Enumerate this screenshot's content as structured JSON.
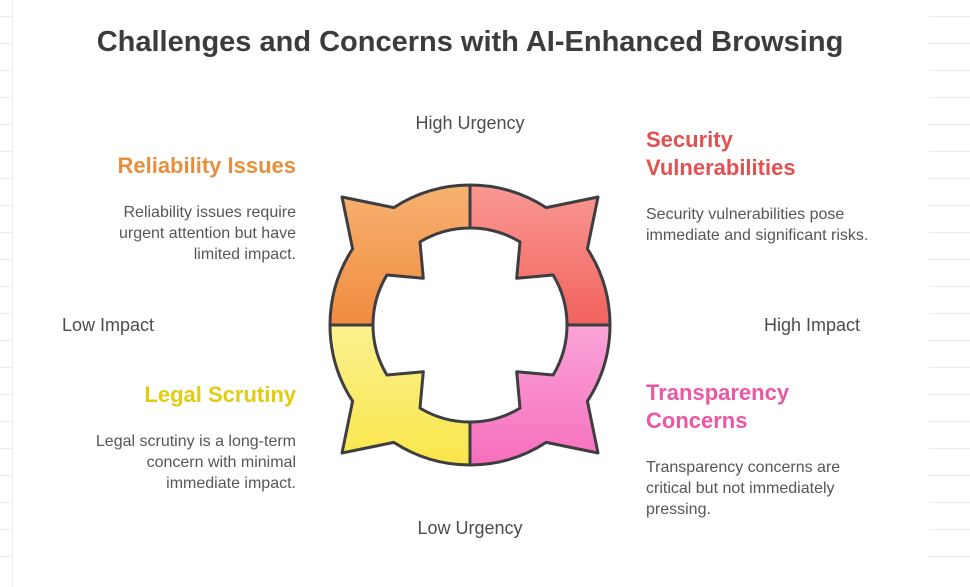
{
  "title": "Challenges and Concerns with AI-Enhanced Browsing",
  "axis_labels": {
    "top": "High Urgency",
    "bottom": "Low Urgency",
    "left": "Low Impact",
    "right": "High Impact"
  },
  "sections": [
    {
      "id": "reliability",
      "heading": "Reliability Issues",
      "body": "Reliability issues require urgent attention but have limited impact.",
      "heading_color": "#e88f3d"
    },
    {
      "id": "security",
      "heading": "Security Vulnerabilities",
      "body": "Security vulnerabilities pose immediate and significant risks.",
      "heading_color": "#e25150"
    },
    {
      "id": "legal",
      "heading": "Legal Scrutiny",
      "body": "Legal scrutiny is a long-term concern with minimal immediate impact.",
      "heading_color": "#e2cc11"
    },
    {
      "id": "transparency",
      "heading": "Transparency Concerns",
      "body": "Transparency concerns are critical but not immediately pressing.",
      "heading_color": "#e957a5"
    }
  ],
  "diagram": {
    "stroke_color": "#3e3e42",
    "segments": [
      {
        "id": "reliability",
        "quadrant": "top-left",
        "light": "#f9be7f",
        "dark": "#ef8a3e"
      },
      {
        "id": "security",
        "quadrant": "top-right",
        "light": "#fca9a2",
        "dark": "#f2605c"
      },
      {
        "id": "legal",
        "quadrant": "bottom-left",
        "light": "#fbf293",
        "dark": "#f9e234"
      },
      {
        "id": "transparency",
        "quadrant": "bottom-right",
        "light": "#f9a6da",
        "dark": "#f75fb3"
      }
    ]
  }
}
